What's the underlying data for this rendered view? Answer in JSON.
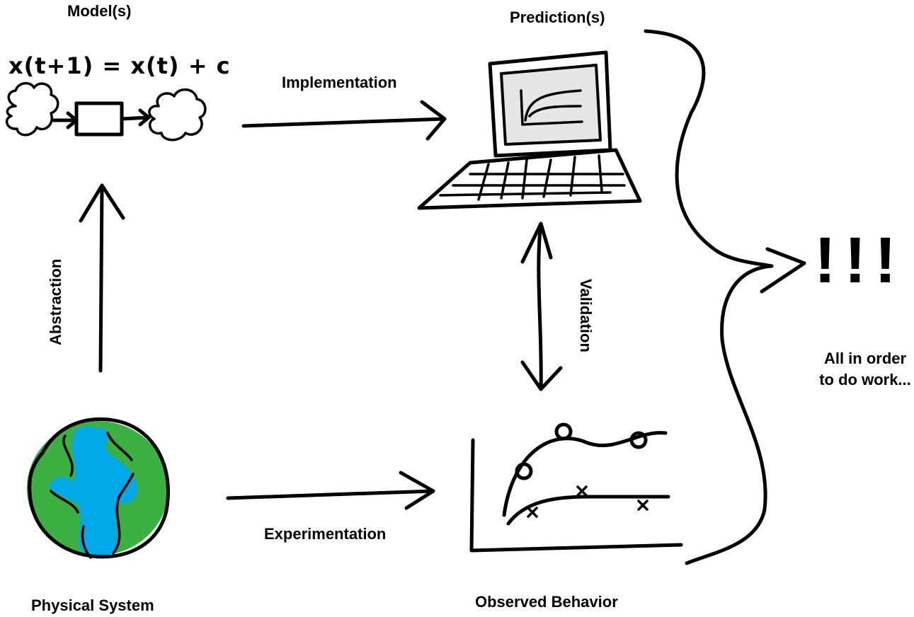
{
  "labels": {
    "models": "Model(s)",
    "predictions": "Prediction(s)",
    "implementation": "Implementation",
    "abstraction": "Abstraction",
    "validation": "Validation",
    "experimentation": "Experimentation",
    "physical_system": "Physical System",
    "observed_behavior": "Observed Behavior"
  },
  "formula": "x(t+1) = x(t) + c",
  "emphasis": "!!!",
  "note": {
    "line1": "All in order",
    "line2": "to do work..."
  },
  "colors": {
    "ink": "#000000",
    "earth_land": "#3cb043",
    "earth_water": "#00a8e8",
    "screen": "#e6e6e6"
  },
  "icons": [
    "cloud-icon",
    "box-icon",
    "laptop-icon",
    "earth-icon",
    "chart-icon"
  ]
}
